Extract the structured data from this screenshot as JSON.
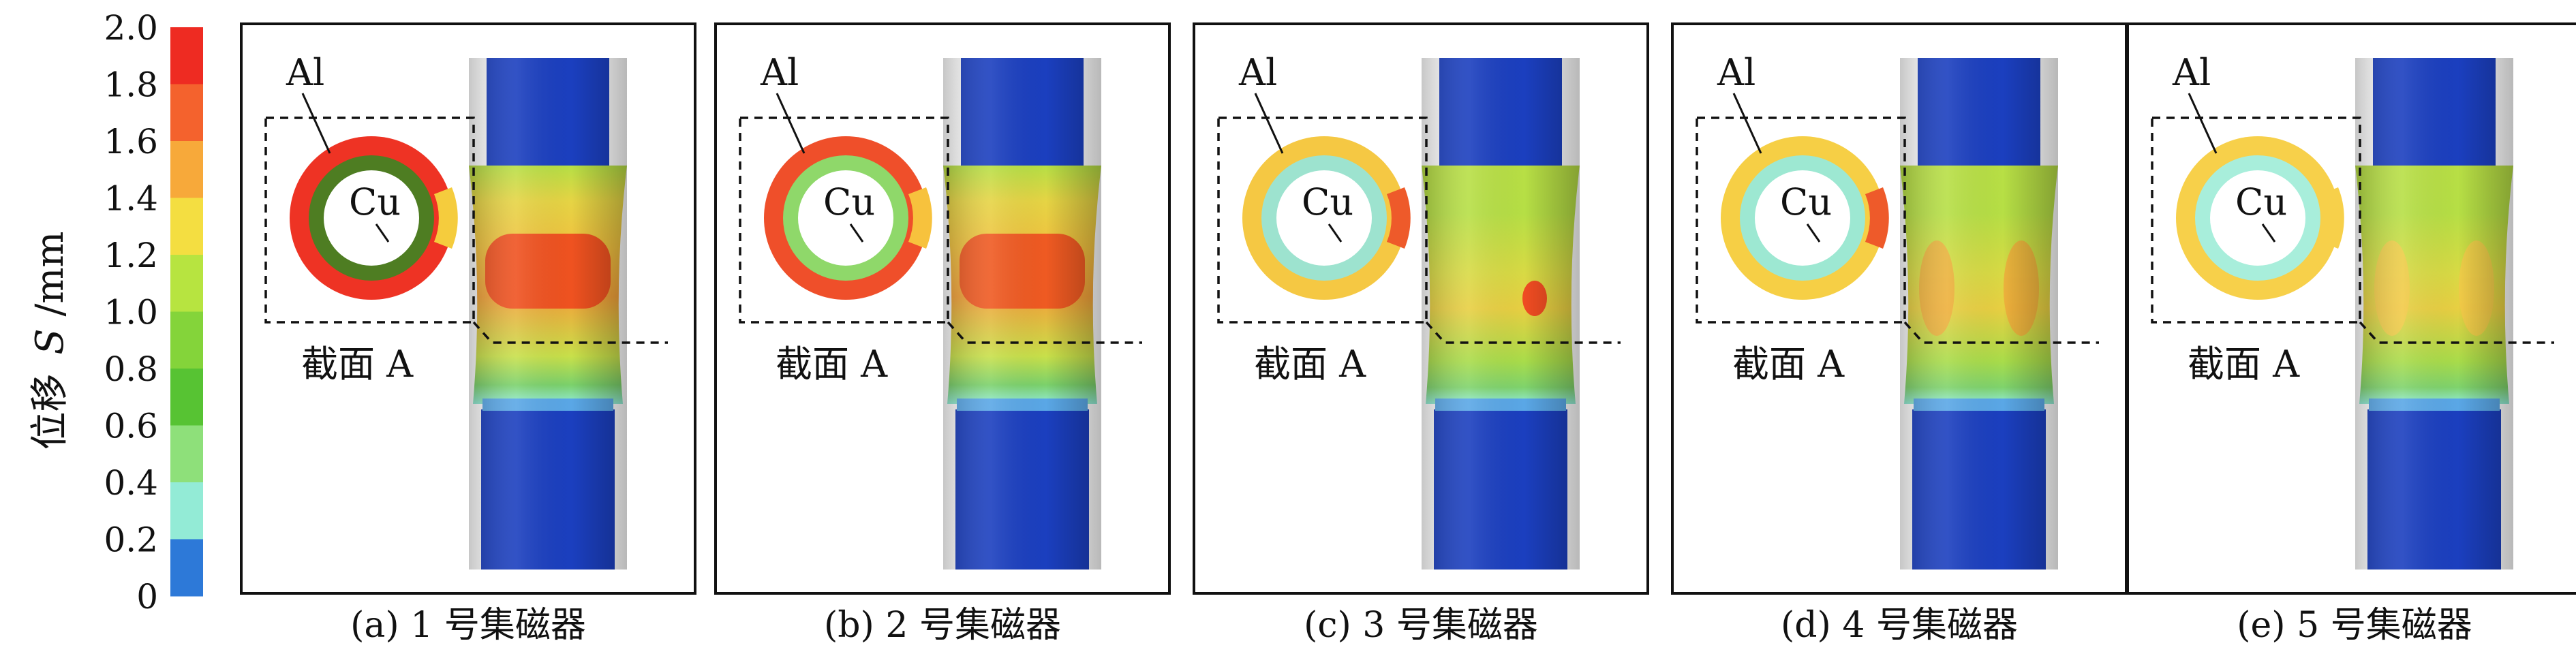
{
  "legend": {
    "title_prefix": "位移",
    "title_var": "S",
    "title_unit": "/mm",
    "ticks": [
      "2.0",
      "1.8",
      "1.6",
      "1.4",
      "1.2",
      "1.0",
      "0.8",
      "0.6",
      "0.4",
      "0.2",
      "0"
    ],
    "colors": [
      "#ee2b22",
      "#f4622d",
      "#f7a93a",
      "#f4de41",
      "#b7e440",
      "#84d43a",
      "#57c333",
      "#8ee07a",
      "#93ebd6",
      "#2d79d8",
      "#1b3fbf"
    ]
  },
  "common_labels": {
    "outer_material": "Al",
    "inner_material": "Cu",
    "section_label": "截面 A"
  },
  "panels": [
    {
      "caption": "(a) 1 号集磁器",
      "ring_outer": "#ee3324",
      "ring_inner": "#4e7d22",
      "ring_accent": "#f5cc3d",
      "hot_color": "#ef5220",
      "hot_size": "large"
    },
    {
      "caption": "(b) 2 号集磁器",
      "ring_outer": "#ef4f2a",
      "ring_inner": "#8fd86a",
      "ring_accent": "#f7c23d",
      "hot_color": "#ef5a22",
      "hot_size": "large"
    },
    {
      "caption": "(c) 3 号集磁器",
      "ring_outer": "#f5c843",
      "ring_inner": "#9de3cf",
      "ring_accent": "#ee5a2a",
      "hot_color": "#ef4c22",
      "hot_size": "dot"
    },
    {
      "caption": "(d) 4 号集磁器",
      "ring_outer": "#f6cf45",
      "ring_inner": "#9de8d2",
      "ring_accent": "#ee5a2a",
      "hot_color": "#f0a63a",
      "hot_size": "none"
    },
    {
      "caption": "(e) 5 号集磁器",
      "ring_outer": "#f7d04a",
      "ring_inner": "#a8eedb",
      "ring_accent": "#f7d04a",
      "hot_color": "#f5c84a",
      "hot_size": "none"
    }
  ]
}
